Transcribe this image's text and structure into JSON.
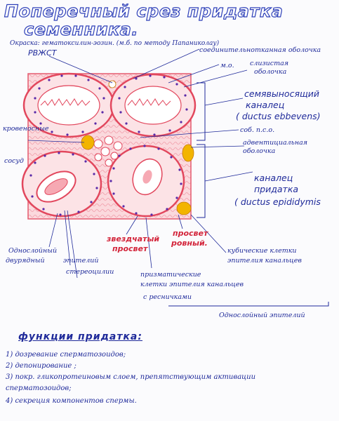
{
  "title": {
    "line1": "Поперечный срез придатка",
    "line2": "семенника."
  },
  "stain": "Окраска: гематоксилин-эозин. (м.б. по методу Папаниколау)",
  "labels": {
    "rvzh": "РВЖСТ",
    "connective_capsule": "соединительнотканная оболочка",
    "mo": "м.о.",
    "mucous_capsule": "слизистая",
    "mucous_capsule2": "оболочка",
    "blood_vessels1": "кровеносные",
    "blood_vessels2": "сосуд",
    "sob_pso": "соб. п.с.о.",
    "adventitial1": "адвентициальная",
    "adventitial2": "оболочка",
    "single_layer1": "Однослойный",
    "single_layer2": "двурядный",
    "epithelium": "эпителий",
    "stereocilia": "стереоцилии",
    "cuboid1": "кубические клетки",
    "cuboid2": "эпителия канальцев",
    "prismatic1": "призматические",
    "prismatic2": "клетки эпителия канальцев",
    "prismatic3": "с ресничками",
    "single_epi": "Однослойный эпителий"
  },
  "big_labels": {
    "efferent1": "семявыносящий",
    "efferent2": "каналец",
    "efferent3": "( ductus ebbevens)",
    "epididymis1": "каналец",
    "epididymis2": "придатка",
    "epididymis3": "( ductus epididymis"
  },
  "red_labels": {
    "star1": "звездчатый",
    "star2": "просвет",
    "even1": "просвет",
    "even2": "ровный."
  },
  "functions": {
    "title": "функции придатка:",
    "items": [
      "1) дозревание сперматозоидов;",
      "2) депонирование ;",
      "3) покр. гликопротеиновым слоем, препятствующим активации",
      "сперматозоидов;",
      "4) секреция компонентов спермы."
    ]
  },
  "colors": {
    "ink": "#1f2a9a",
    "red": "#d3243a",
    "pink": "#f06a7d",
    "nuclei": "#5a2aa8",
    "yellow": "#f2b400"
  }
}
